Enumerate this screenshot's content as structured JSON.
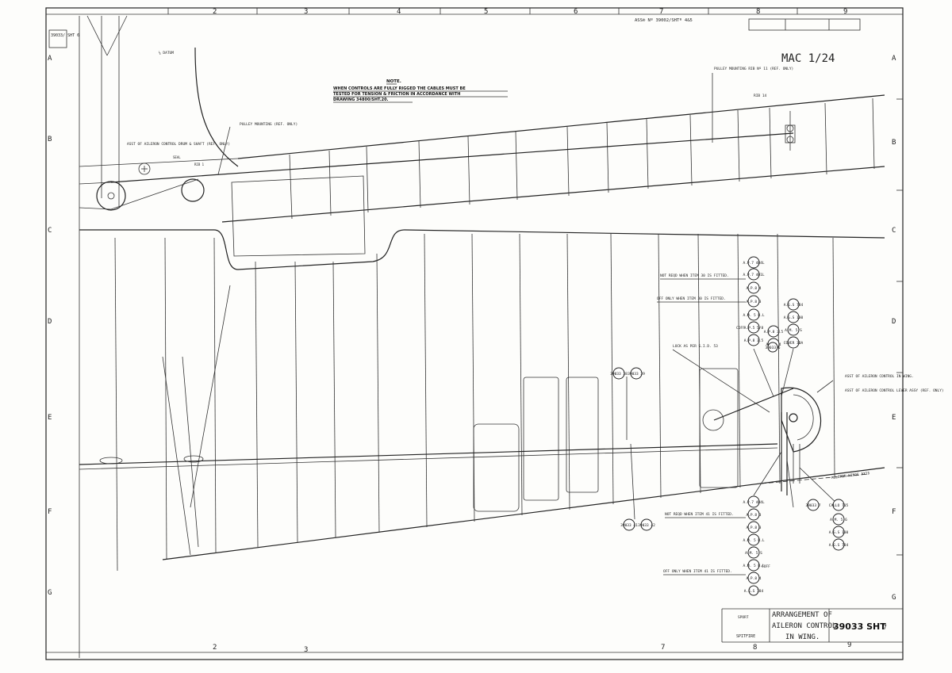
{
  "frame": {
    "top_numbers": [
      "2",
      "3",
      "4",
      "5",
      "6",
      "7",
      "8",
      "9"
    ],
    "bottom_numbers": [
      "2",
      "3",
      "7",
      "8",
      "9"
    ],
    "side_letters": [
      "A",
      "B",
      "C",
      "D",
      "E",
      "F",
      "G"
    ]
  },
  "header": {
    "ref": "ASS® Nº 39002/SHTº 4&5",
    "stamp": "MAC 1/24",
    "corner_box": "39033/\nSHT 6"
  },
  "note": {
    "title": "NOTE.",
    "lines": [
      "WHEN CONTROLS ARE FULLY RIGGED THE CABLES MUST BE",
      "TESTED FOR TENSION & FRICTION IN ACCORDANCE WITH",
      "DRAWING 34800/SHT.20."
    ]
  },
  "labels": {
    "datum": "¼ DATUM",
    "assy_aileron_drum": "ASST OF AILERON CONTROL DRUM & SHAFT (REF. ONLY)",
    "pulley_mounting_left": "PULLEY MOUNTING (REF. ONLY)",
    "pulley_mounting_right": "PULLEY MOUNTING RIB Nº 11 (REF. ONLY)",
    "rib": "RIB 14",
    "seal": "SEAL",
    "rib_left": "RIB 1",
    "not_reqd_item30": "NOT REQD WHEN ITEM 30 IS FITTED.",
    "off_only_item30": "OFF ONLY WHEN ITEM 30 IS FITTED.",
    "lock_as_per": "LOCK AS PER S.I.D. 53",
    "assy_aileron_wing": "ASST OF AILERON CONTROL IN WING.",
    "assy_aileron_lever": "ASST OF AILERON CONTROL LEVER ASSY (REF. ONLY)",
    "aileron_hinge_axis": "AILERON HINGE AXIS",
    "not_reqd_item41": "NOT REQD WHEN ITEM 41 IS FITTED.",
    "off_only_item41": "OFF ONLY WHEN ITEM 41 IS FITTED.",
    "coff1": "COFF",
    "coff2": "COFF"
  },
  "title_block": {
    "title_line1": "ARRANGEMENT OF",
    "title_line2": "AILERON CONTROL",
    "title_line3": "IN WING.",
    "drawing_no": "39033 SHT",
    "aircraft": "SPITFIRE",
    "sport": "SPORT",
    "sheet_suffix": "7"
  },
  "balloons_top": [
    "A.P.7 484L",
    "A.P.7 401L",
    "A.P.8 4",
    "A.P.8 3",
    "A.M. 5 B.L",
    "A.P.5 5/8",
    "A.P.8 3.5",
    "A.P.8 4",
    "A.G.S 784",
    "A.G.S 100",
    "A.M. 5.S",
    "A.P.8 3.5",
    "39033 6",
    "COVER 30A"
  ],
  "balloons_bottom": [
    "A.P.7 484L",
    "A.P.8 3",
    "A.P.8 3",
    "A.M. 5 B.L",
    "A.M. 5.S",
    "A.M. 5 B.L",
    "A.P.8 4",
    "A.G.S 784",
    "39033 7",
    "CALLO 705",
    "A.M. 5.6",
    "A.G.S 100",
    "A.G.S 784"
  ],
  "balloons_misc": [
    "39033 38",
    "39033 39",
    "39033 41",
    "39033 42"
  ],
  "colors": {
    "ink": "#222222",
    "paper": "#fdfdfb"
  }
}
